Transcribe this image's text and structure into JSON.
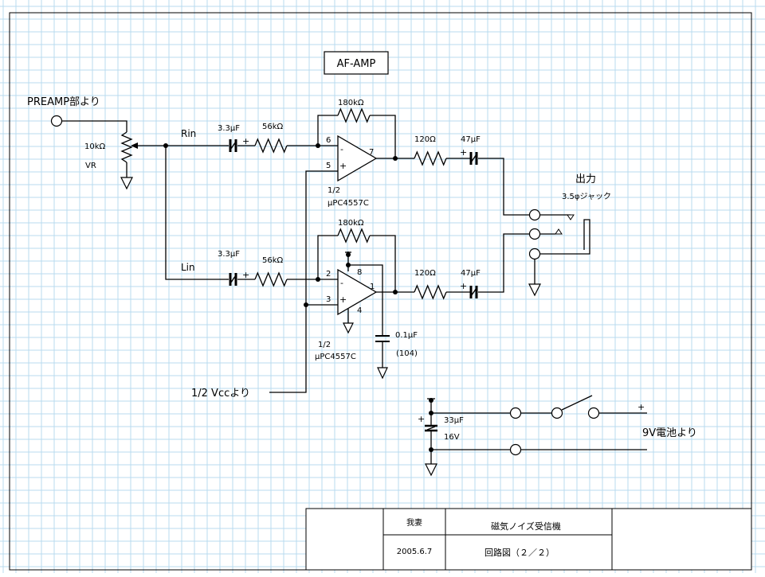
{
  "title_box": "AF-AMP",
  "inputs": {
    "preamp": "PREAMP部より",
    "half_vcc": "1/2 Vccより",
    "battery": "9V電池より"
  },
  "volume": {
    "value": "10kΩ",
    "name": "VR"
  },
  "channels": {
    "right": "Rin",
    "left": "Lin"
  },
  "parts": {
    "c_in_top": "3.3μF",
    "r_in_top": "56kΩ",
    "r_fb_top": "180kΩ",
    "r_out_top": "120Ω",
    "c_out_top": "47μF",
    "c_in_bot": "3.3μF",
    "r_in_bot": "56kΩ",
    "r_fb_bot": "180kΩ",
    "r_out_bot": "120Ω",
    "c_out_bot": "47μF",
    "c_bypass": "0.1μF",
    "c_bypass_code": "(104)",
    "c_supply": "33μF",
    "c_supply_voltage": "16V"
  },
  "opamp_top": {
    "half": "1/2",
    "part": "μPC4557C",
    "pin_inv": "6",
    "pin_noninv": "5",
    "pin_out": "7"
  },
  "opamp_bot": {
    "half": "1/2",
    "part": "μPC4557C",
    "pin_inv": "2",
    "pin_noninv": "3",
    "pin_out": "1",
    "pin_vcc": "8",
    "pin_gnd": "4"
  },
  "output": {
    "label": "出力",
    "jack": "3.5φジャック"
  },
  "symbols": {
    "minus": "-",
    "plus": "+"
  },
  "title_block": {
    "author": "我妻",
    "date": "2005.6.7",
    "project": "磁気ノイズ受信機",
    "sheet": "回路図（２／２）"
  },
  "colors": {
    "grid": "#b9dbef",
    "line": "#000000",
    "background": "#ffffff"
  }
}
